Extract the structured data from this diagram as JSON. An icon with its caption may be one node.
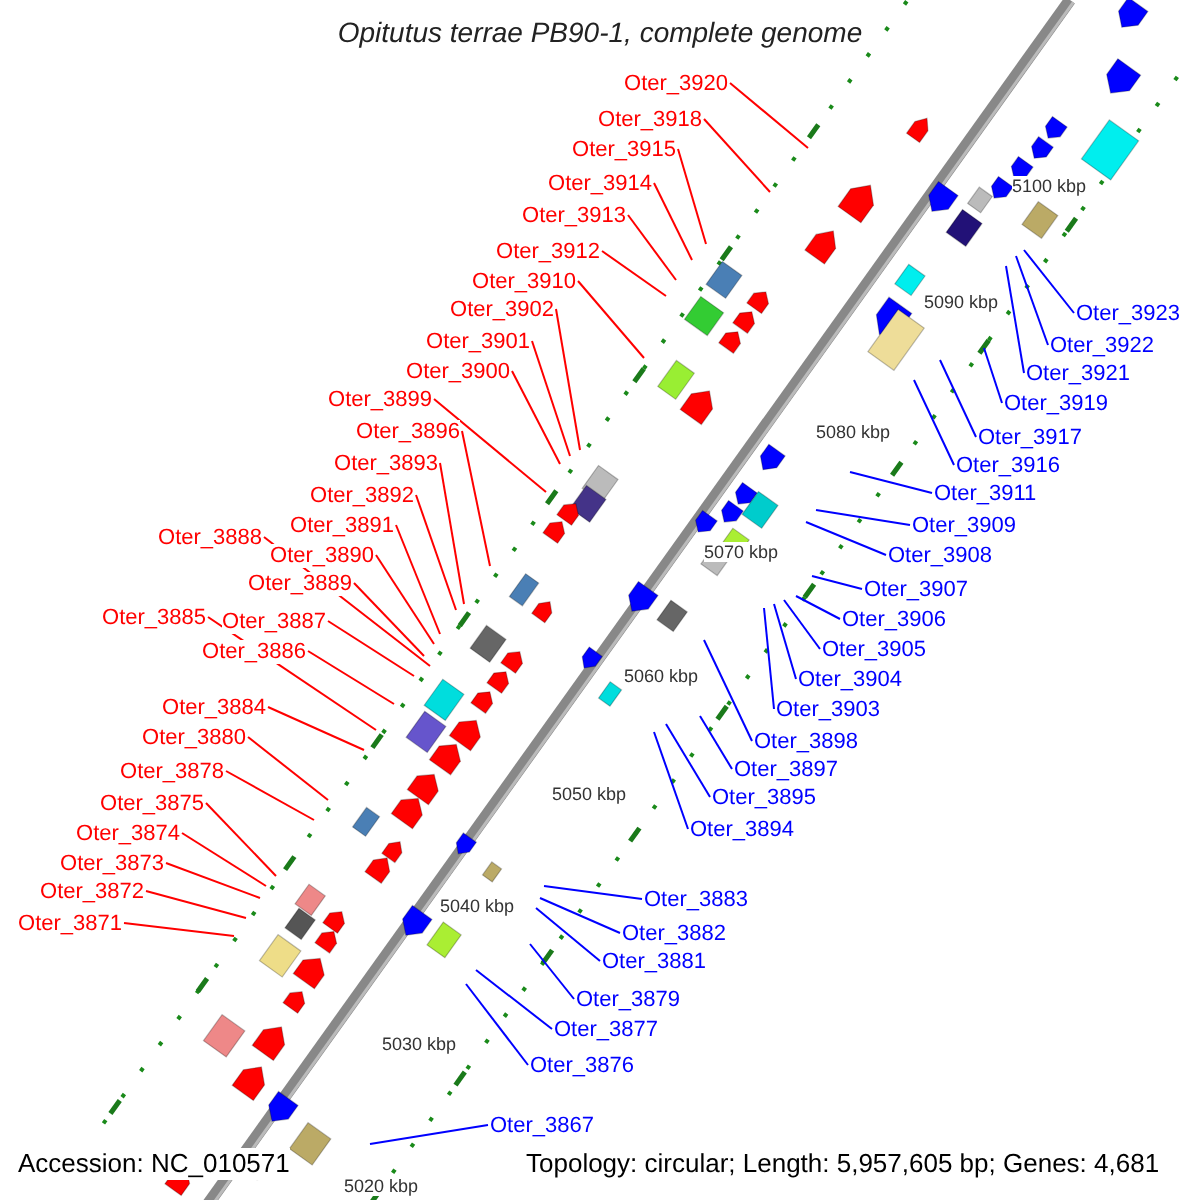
{
  "diagram": {
    "title": "Opitutus terrae PB90-1, complete genome",
    "nodes": [
      {
        "text": [
          "Oter_3920"
        ]
      },
      {
        "text": [
          "Oter_3918"
        ]
      },
      {
        "text": [
          "Oter_3915"
        ]
      },
      {
        "text": [
          "Oter_3914"
        ]
      },
      {
        "text": [
          "Oter_3913"
        ]
      },
      {
        "text": [
          "Oter_3912"
        ]
      },
      {
        "text": [
          "Oter_3910"
        ]
      },
      {
        "text": [
          "Oter_3902"
        ]
      },
      {
        "text": [
          "Oter_3901"
        ]
      },
      {
        "text": [
          "Oter_3900"
        ]
      },
      {
        "text": [
          "Oter_3899"
        ]
      },
      {
        "text": [
          "Oter_3896"
        ]
      },
      {
        "text": [
          "Oter_3893"
        ]
      },
      {
        "text": [
          "Oter_3892"
        ]
      },
      {
        "text": [
          "Oter_3891"
        ]
      },
      {
        "text": [
          "Oter_3888"
        ]
      },
      {
        "text": [
          "Oter_3890"
        ]
      },
      {
        "text": [
          "Oter_3889"
        ]
      },
      {
        "text": [
          "Oter_3885"
        ]
      },
      {
        "text": [
          "Oter_3887"
        ]
      },
      {
        "text": [
          "Oter_3886"
        ]
      },
      {
        "text": [
          "Oter_3884"
        ]
      },
      {
        "text": [
          "Oter_3880"
        ]
      },
      {
        "text": [
          "Oter_3878"
        ]
      },
      {
        "text": [
          "Oter_3875"
        ]
      },
      {
        "text": [
          "Oter_3874"
        ]
      },
      {
        "text": [
          "Oter_3873"
        ]
      },
      {
        "text": [
          "Oter_3872"
        ]
      },
      {
        "text": [
          "Oter_3871"
        ]
      },
      {
        "text": [
          "Oter_3923"
        ]
      },
      {
        "text": [
          "Oter_3922"
        ]
      },
      {
        "text": [
          "Oter_3921"
        ]
      },
      {
        "text": [
          "Oter_3919"
        ]
      },
      {
        "text": [
          "Oter_3917"
        ]
      },
      {
        "text": [
          "Oter_3916"
        ]
      },
      {
        "text": [
          "Oter_3911"
        ]
      },
      {
        "text": [
          "Oter_3909"
        ]
      },
      {
        "text": [
          "Oter_3908"
        ]
      },
      {
        "text": [
          "Oter_3907"
        ]
      },
      {
        "text": [
          "Oter_3906"
        ]
      },
      {
        "text": [
          "Oter_3905"
        ]
      },
      {
        "text": [
          "Oter_3904"
        ]
      },
      {
        "text": [
          "Oter_3903"
        ]
      },
      {
        "text": [
          "Oter_3898"
        ]
      },
      {
        "text": [
          "Oter_3897"
        ]
      },
      {
        "text": [
          "Oter_3895"
        ]
      },
      {
        "text": [
          "Oter_3894"
        ]
      },
      {
        "text": [
          "Oter_3883"
        ]
      },
      {
        "text": [
          "Oter_3882"
        ]
      },
      {
        "text": [
          "Oter_3881"
        ]
      },
      {
        "text": [
          "Oter_3879"
        ]
      },
      {
        "text": [
          "Oter_3877"
        ]
      },
      {
        "text": [
          "Oter_3876"
        ]
      },
      {
        "text": [
          "Oter_3867"
        ]
      }
    ],
    "edges": [
      {
        "from": 0,
        "to": null,
        "arrow": "none",
        "color": "#ff0000"
      },
      {
        "from": 1,
        "to": null,
        "arrow": "none",
        "color": "#ff0000"
      },
      {
        "from": 2,
        "to": null,
        "arrow": "none",
        "color": "#ff0000"
      },
      {
        "from": 3,
        "to": null,
        "arrow": "none",
        "color": "#ff0000"
      },
      {
        "from": 4,
        "to": null,
        "arrow": "none",
        "color": "#ff0000"
      },
      {
        "from": 5,
        "to": null,
        "arrow": "none",
        "color": "#ff0000"
      },
      {
        "from": 6,
        "to": null,
        "arrow": "none",
        "color": "#ff0000"
      },
      {
        "from": 7,
        "to": null,
        "arrow": "none",
        "color": "#ff0000"
      },
      {
        "from": 8,
        "to": null,
        "arrow": "none",
        "color": "#ff0000"
      },
      {
        "from": 9,
        "to": null,
        "arrow": "none",
        "color": "#ff0000"
      },
      {
        "from": 10,
        "to": null,
        "arrow": "none",
        "color": "#ff0000"
      },
      {
        "from": 11,
        "to": null,
        "arrow": "none",
        "color": "#ff0000"
      },
      {
        "from": 12,
        "to": null,
        "arrow": "none",
        "color": "#ff0000"
      },
      {
        "from": 13,
        "to": null,
        "arrow": "none",
        "color": "#ff0000"
      },
      {
        "from": 14,
        "to": null,
        "arrow": "none",
        "color": "#ff0000"
      },
      {
        "from": 15,
        "to": null,
        "arrow": "none",
        "color": "#ff0000"
      },
      {
        "from": 16,
        "to": null,
        "arrow": "none",
        "color": "#ff0000"
      },
      {
        "from": 17,
        "to": null,
        "arrow": "none",
        "color": "#ff0000"
      },
      {
        "from": 18,
        "to": null,
        "arrow": "none",
        "color": "#ff0000"
      },
      {
        "from": 19,
        "to": null,
        "arrow": "none",
        "color": "#ff0000"
      },
      {
        "from": 20,
        "to": null,
        "arrow": "none",
        "color": "#ff0000"
      },
      {
        "from": 21,
        "to": null,
        "arrow": "none",
        "color": "#ff0000"
      },
      {
        "from": 22,
        "to": null,
        "arrow": "none",
        "color": "#ff0000"
      },
      {
        "from": 23,
        "to": null,
        "arrow": "none",
        "color": "#ff0000"
      },
      {
        "from": 24,
        "to": null,
        "arrow": "none",
        "color": "#ff0000"
      },
      {
        "from": 25,
        "to": null,
        "arrow": "none",
        "color": "#ff0000"
      },
      {
        "from": 26,
        "to": null,
        "arrow": "none",
        "color": "#ff0000"
      },
      {
        "from": 27,
        "to": null,
        "arrow": "none",
        "color": "#ff0000"
      },
      {
        "from": 28,
        "to": null,
        "arrow": "none",
        "color": "#ff0000"
      },
      {
        "from": 29,
        "to": null,
        "arrow": "none",
        "color": "#0000ff"
      },
      {
        "from": 30,
        "to": null,
        "arrow": "none",
        "color": "#0000ff"
      },
      {
        "from": 31,
        "to": null,
        "arrow": "none",
        "color": "#0000ff"
      },
      {
        "from": 32,
        "to": null,
        "arrow": "none",
        "color": "#0000ff"
      },
      {
        "from": 33,
        "to": null,
        "arrow": "none",
        "color": "#0000ff"
      },
      {
        "from": 34,
        "to": null,
        "arrow": "none",
        "color": "#0000ff"
      },
      {
        "from": 35,
        "to": null,
        "arrow": "none",
        "color": "#0000ff"
      },
      {
        "from": 36,
        "to": null,
        "arrow": "none",
        "color": "#0000ff"
      },
      {
        "from": 37,
        "to": null,
        "arrow": "none",
        "color": "#0000ff"
      },
      {
        "from": 38,
        "to": null,
        "arrow": "none",
        "color": "#0000ff"
      },
      {
        "from": 39,
        "to": null,
        "arrow": "none",
        "color": "#0000ff"
      },
      {
        "from": 40,
        "to": null,
        "arrow": "none",
        "color": "#0000ff"
      },
      {
        "from": 41,
        "to": null,
        "arrow": "none",
        "color": "#0000ff"
      },
      {
        "from": 42,
        "to": null,
        "arrow": "none",
        "color": "#0000ff"
      },
      {
        "from": 43,
        "to": null,
        "arrow": "none",
        "color": "#0000ff"
      },
      {
        "from": 44,
        "to": null,
        "arrow": "none",
        "color": "#0000ff"
      },
      {
        "from": 45,
        "to": null,
        "arrow": "none",
        "color": "#0000ff"
      },
      {
        "from": 46,
        "to": null,
        "arrow": "none",
        "color": "#0000ff"
      },
      {
        "from": 47,
        "to": null,
        "arrow": "none",
        "color": "#0000ff"
      },
      {
        "from": 48,
        "to": null,
        "arrow": "none",
        "color": "#0000ff"
      },
      {
        "from": 49,
        "to": null,
        "arrow": "none",
        "color": "#0000ff"
      },
      {
        "from": 50,
        "to": null,
        "arrow": "none",
        "color": "#0000ff"
      },
      {
        "from": 51,
        "to": null,
        "arrow": "none",
        "color": "#0000ff"
      },
      {
        "from": 52,
        "to": null,
        "arrow": "none",
        "color": "#0000ff"
      },
      {
        "from": 53,
        "to": null,
        "arrow": "none",
        "color": "#0000ff"
      }
    ],
    "labels": [
      "5100 kbp",
      "5090 kbp",
      "5080 kbp",
      "5070 kbp",
      "5060 kbp",
      "5050 kbp",
      "5040 kbp",
      "5030 kbp",
      "5020 kbp",
      "Accession: NC_010571",
      "Topology: circular; Length: 5,957,605 bp; Genes: 4,681"
    ]
  }
}
